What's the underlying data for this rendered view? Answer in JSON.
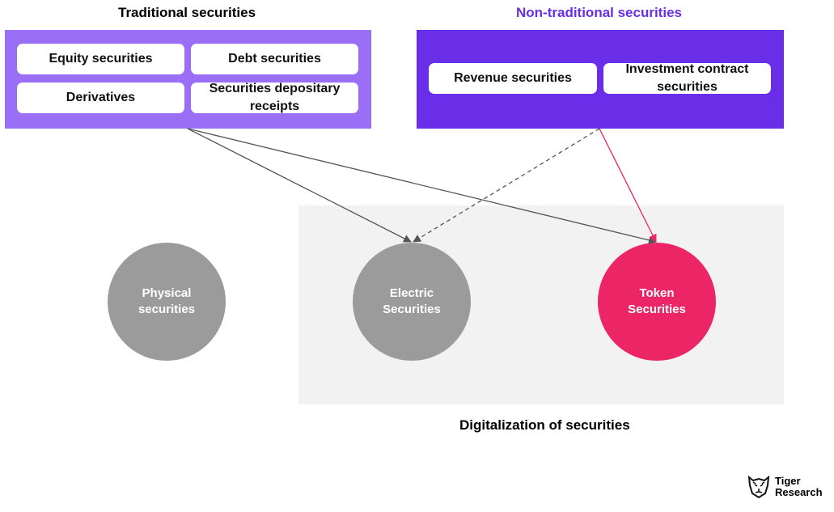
{
  "colors": {
    "traditional_panel": "#9b6ff5",
    "non_traditional_panel": "#6a2ee8",
    "non_traditional_title": "#6a2ee8",
    "digital_area": "#f2f2f2",
    "gray_circle": "#9b9b9b",
    "token_circle": "#ec2566",
    "arrow_dark": "#555555",
    "arrow_pink": "#ec2566"
  },
  "traditional": {
    "title": "Traditional securities",
    "items": [
      "Equity securities",
      "Debt securities",
      "Derivatives",
      "Securities depositary receipts"
    ]
  },
  "non_traditional": {
    "title": "Non-traditional securities",
    "items": [
      "Revenue securities",
      "Investment contract securities"
    ]
  },
  "circles": {
    "physical": "Physical\nsecurities",
    "electric": "Electric\nSecurities",
    "token": "Token\nSecurities"
  },
  "digitalization_label": "Digitalization of securities",
  "logo": {
    "text_line1": "Tiger",
    "text_line2": "Research",
    "icon": "tiger-head-icon"
  }
}
